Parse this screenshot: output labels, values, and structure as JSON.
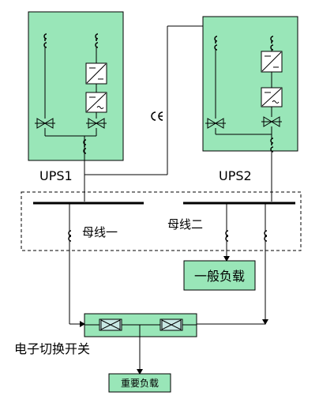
{
  "labels": {
    "ups1": "UPS1",
    "ups2": "UPS2",
    "bus1": "母线一",
    "bus2": "母线二",
    "general_load": "一般负载",
    "static_switch": "电子切换开关",
    "critical_load": "重要负载"
  },
  "colors": {
    "ups_fill": "#99e6b8",
    "load_fill": "#99e6b8",
    "device_fill": "#c8e8e4",
    "line": "#000000"
  }
}
